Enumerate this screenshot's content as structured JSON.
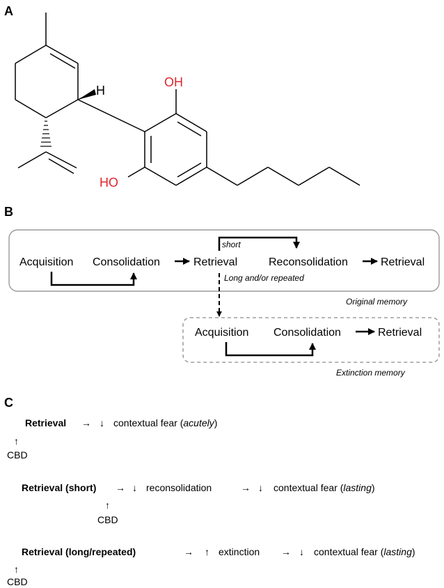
{
  "panels": {
    "a": "A",
    "b": "B",
    "c": "C"
  },
  "molecule": {
    "oh_top": "OH",
    "oh_bottom": "HO",
    "h": "H"
  },
  "diagram_b": {
    "original": {
      "acquisition": "Acquisition",
      "consolidation": "Consolidation",
      "retrieval": "Retrieval",
      "reconsolidation": "Reconsolidation",
      "retrieval_final": "Retrieval",
      "short": "short",
      "long": "Long and/or repeated",
      "caption": "Original memory"
    },
    "extinction": {
      "acquisition": "Acquisition",
      "consolidation": "Consolidation",
      "retrieval": "Retrieval",
      "caption": "Extinction memory"
    }
  },
  "section_c": {
    "row1": {
      "start": "Retrieval",
      "arrow1": "→",
      "down": "↓",
      "effect": "contextual fear (",
      "qualifier": "acutely",
      "close": ")",
      "up": "↑",
      "cbd": "CBD"
    },
    "row2": {
      "start": "Retrieval (short)",
      "arrow1": "→",
      "down1": "↓",
      "mid": "reconsolidation",
      "arrow2": "→",
      "down2": "↓",
      "effect": "contextual fear (",
      "qualifier": "lasting",
      "close": ")",
      "up": "↑",
      "cbd": "CBD"
    },
    "row3": {
      "start": "Retrieval (long/repeated)",
      "arrow1": "→",
      "up1": "↑",
      "mid": "extinction",
      "arrow2": "→",
      "down": "↓",
      "effect": "contextual fear (",
      "qualifier": "lasting",
      "close": ")",
      "up": "↑",
      "cbd": "CBD"
    }
  },
  "colors": {
    "heteroatom": "#e0262e",
    "box_solid": "#9a9a9a",
    "box_dashed": "#8c8c8c",
    "line": "#000000"
  }
}
